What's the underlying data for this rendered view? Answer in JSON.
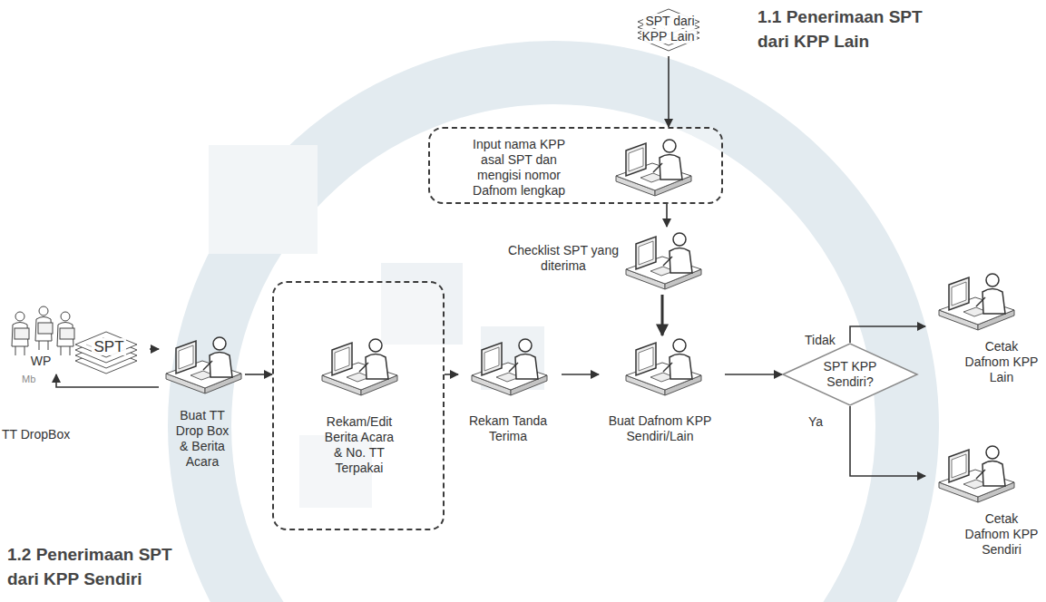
{
  "diagram": {
    "nodes": [
      {
        "text": [
          "SPT dari KPP Lain"
        ]
      },
      {
        "text": [
          "Input nama KPP asal SPT dan mengisi nomor Dafnom lengkap"
        ]
      },
      {
        "text": [
          "Checklist SPT yang diterima"
        ]
      },
      {
        "text": [
          "WP"
        ]
      },
      {
        "text": [
          "SPT"
        ]
      },
      {
        "text": [
          "Buat TT Drop Box & Berita Acara"
        ]
      },
      {
        "text": [
          "Rekam/Edit Berita Acara & No. TT Terpakai"
        ]
      },
      {
        "text": [
          "Rekam Tanda Terima"
        ]
      },
      {
        "text": [
          "Buat Dafnom KPP Sendiri/Lain"
        ]
      },
      {
        "text": [
          "SPT KPP Sendiri?"
        ]
      },
      {
        "text": [
          "Cetak Dafnom KPP Lain"
        ]
      },
      {
        "text": [
          "Cetak Dafnom KPP Sendiri"
        ]
      }
    ],
    "edges": [
      {
        "from": 0,
        "to": 1,
        "arrow": "to"
      },
      {
        "from": 1,
        "to": 2,
        "arrow": "to"
      },
      {
        "from": 2,
        "to": 8,
        "arrow": "to"
      },
      {
        "from": 4,
        "to": 5,
        "arrow": "to"
      },
      {
        "from": 5,
        "to": 3,
        "arrow": "to"
      },
      {
        "from": 5,
        "to": 6,
        "arrow": "to"
      },
      {
        "from": 6,
        "to": 7,
        "arrow": "to"
      },
      {
        "from": 7,
        "to": 8,
        "arrow": "to"
      },
      {
        "from": 8,
        "to": 9,
        "arrow": "to"
      },
      {
        "from": 9,
        "to": 10,
        "label": "Tidak",
        "arrow": "to"
      },
      {
        "from": 9,
        "to": 11,
        "label": "Ya",
        "arrow": "to"
      }
    ],
    "labels": [
      "1.1 Penerimaan SPT dari KPP Lain",
      "1.2 Penerimaan SPT dari KPP Sendiri",
      "TT DropBox",
      "Mb"
    ]
  }
}
